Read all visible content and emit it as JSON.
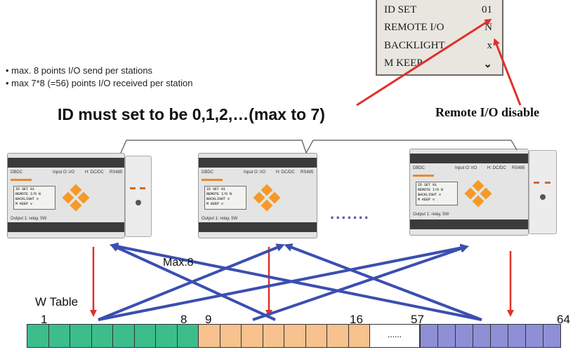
{
  "lcd": {
    "rows": [
      {
        "key": "ID SET",
        "value": "01"
      },
      {
        "key": "REMOTE I/O",
        "value": "N"
      },
      {
        "key": "BACKLIGHT",
        "value": "x"
      },
      {
        "key": "M KEEP",
        "value": "⌄"
      }
    ]
  },
  "bullets": [
    "max. 8 points I/O send per stations",
    "max 7*8 (=56) points I/O received per station"
  ],
  "headline": "ID must set to be 0,1,2,…(max to 7)",
  "annotation": "Remote I/O disable",
  "modules": {
    "screen_lines": [
      "ID SET         01",
      "REMOTE I/O      N",
      "BACKLIGHT       x",
      "M KEEP          v"
    ],
    "top_labels": [
      "DBDC",
      "Input O: I/O",
      "H: DC/DC",
      "RS485"
    ],
    "bottom_label": "Output 1: relay, 5W"
  },
  "ellipsis": ".......",
  "max_label": "Max.8",
  "w_table": {
    "label": "W Table",
    "numbers": [
      "1",
      "8",
      "9",
      "16",
      "57",
      "64"
    ],
    "gap_text": "......",
    "colors": {
      "green": "#3cbe8c",
      "orange": "#f7c28e",
      "purple": "#8f8fd6",
      "arrow_red": "#e0302a",
      "arrow_blue": "#3b4fb0"
    }
  }
}
